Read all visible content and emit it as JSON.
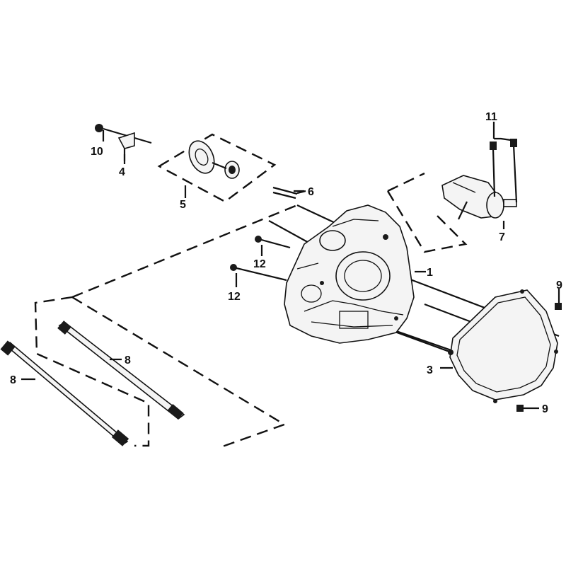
{
  "labels": {
    "l1": "1",
    "l3": "3",
    "l4": "4",
    "l5": "5",
    "l6": "6",
    "l7": "7",
    "l8a": "8",
    "l8b": "8",
    "l9a": "9",
    "l9b": "9",
    "l10": "10",
    "l11": "11",
    "l12a": "12",
    "l12b": "12"
  }
}
